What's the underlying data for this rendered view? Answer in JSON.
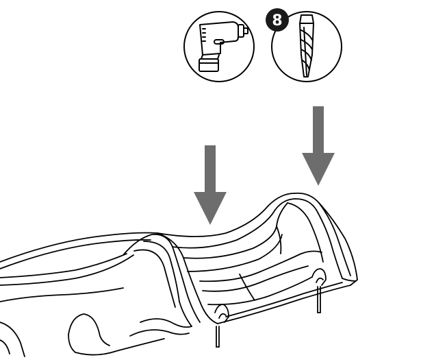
{
  "illustration": {
    "tools": {
      "drill": {
        "icon": "power-drill-icon"
      },
      "drill_bit": {
        "icon": "drill-bit-icon",
        "size_badge": "8"
      }
    },
    "arrows": {
      "count": 2,
      "direction": "down",
      "color": "#6d6d6d"
    },
    "part": {
      "icon": "molded-plastic-housing"
    },
    "colors": {
      "line": "#000000",
      "arrow": "#6d6d6d",
      "badge_bg": "#1a1a1a",
      "background": "#ffffff"
    }
  }
}
